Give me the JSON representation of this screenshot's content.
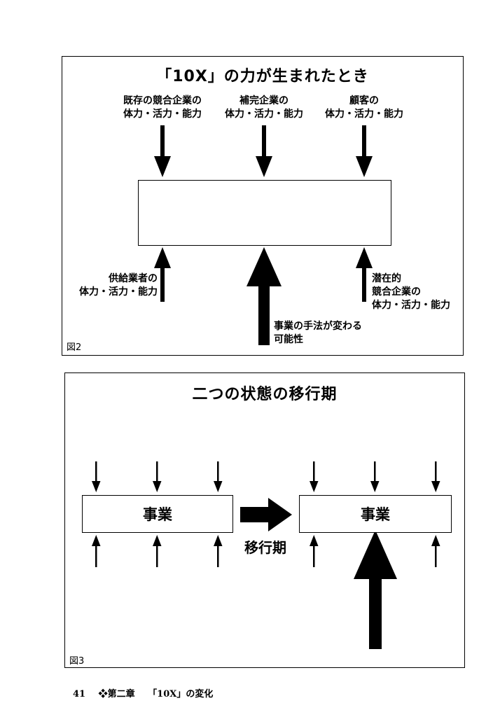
{
  "figure2": {
    "title": "「10X」の力が生まれたとき",
    "label": "図2",
    "top_labels": [
      [
        "既存の競合企業の",
        "体力・活力・能力"
      ],
      [
        "補完企業の",
        "体力・活力・能力"
      ],
      [
        "顧客の",
        "体力・活力・能力"
      ]
    ],
    "bottom_labels": {
      "suppliers": [
        "供給業者の",
        "体力・活力・能力"
      ],
      "business_change": [
        "事業の手法が変わる",
        "可能性"
      ],
      "potential": [
        "潜在的",
        "競合企業の",
        "体力・活力・能力"
      ]
    }
  },
  "figure3": {
    "title": "二つの状態の移行期",
    "label": "図3",
    "left_box": "事業",
    "right_box": "事業",
    "transition_label": "移行期"
  },
  "footer": {
    "page_number": "41",
    "chapter": "❖第二章",
    "section": "「10X」の変化"
  }
}
